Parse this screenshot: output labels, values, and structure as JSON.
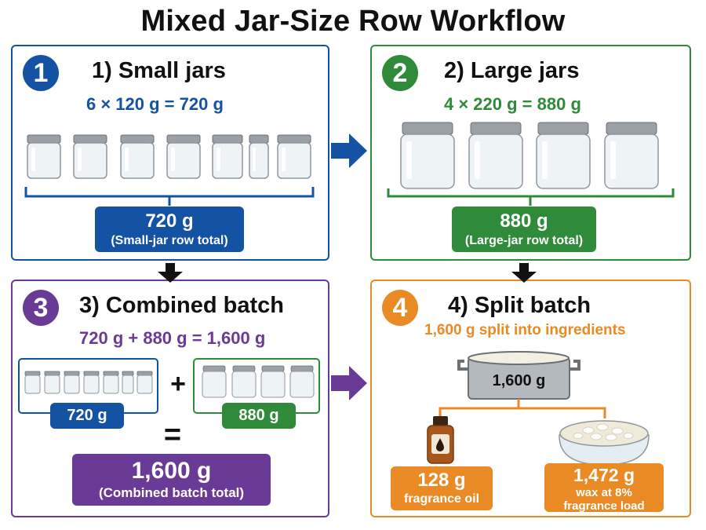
{
  "title": "Mixed Jar-Size Row Workflow",
  "colors": {
    "blue": "#1452a3",
    "green": "#2f8a3a",
    "purple": "#6a3b96",
    "orange": "#ea8a24",
    "dark": "#111111"
  },
  "steps": [
    {
      "number": "1",
      "heading": "1) Small jars",
      "equation": "6 × 120 g = 720 g",
      "total_value": "720 g",
      "total_caption": "(Small-jar row total)"
    },
    {
      "number": "2",
      "heading": "2) Large jars",
      "equation": "4 × 220 g = 880 g",
      "total_value": "880 g",
      "total_caption": "(Large-jar row total)"
    },
    {
      "number": "3",
      "heading": "3) Combined batch",
      "equation": "720 g + 880 g = 1,600 g",
      "left_label": "720 g",
      "plus": "+",
      "right_label": "880 g",
      "equals": "=",
      "total_value": "1,600 g",
      "total_caption": "(Combined batch total)"
    },
    {
      "number": "4",
      "heading": "4) Split batch",
      "subheading": "1,600 g split into ingredients",
      "pot_label": "1,600 g",
      "fragrance_value": "128 g",
      "fragrance_caption": "fragrance oil",
      "wax_value": "1,472 g",
      "wax_caption_1": "wax at 8%",
      "wax_caption_2": "fragrance load"
    }
  ]
}
